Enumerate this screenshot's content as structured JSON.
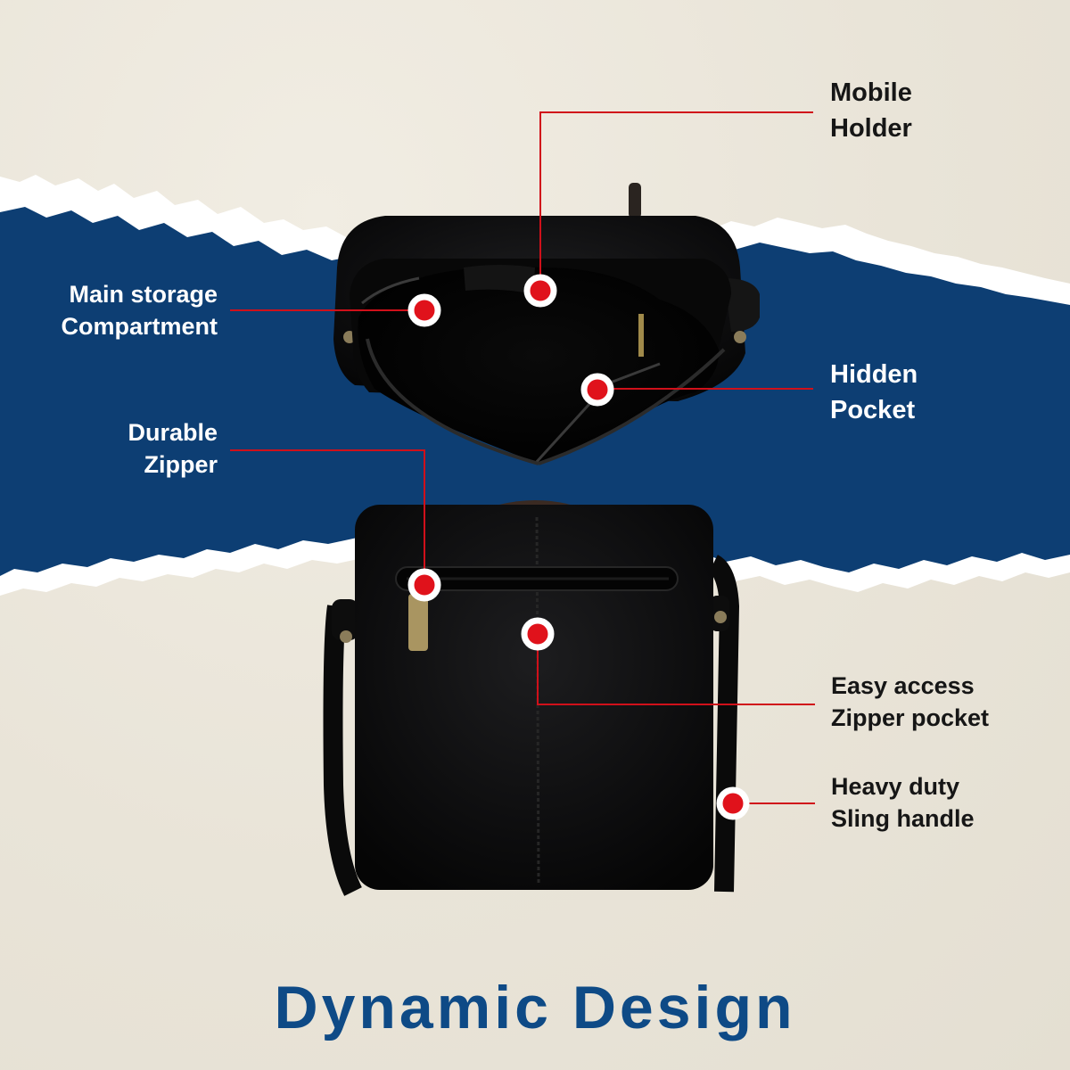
{
  "heading": "Dynamic Design",
  "callouts": {
    "mobile_holder": [
      "Mobile",
      "Holder"
    ],
    "main_storage": [
      "Main storage",
      "Compartment"
    ],
    "hidden_pocket": [
      "Hidden",
      "Pocket"
    ],
    "durable_zipper": [
      "Durable",
      "Zipper"
    ],
    "easy_access": [
      "Easy access",
      "Zipper pocket"
    ],
    "heavy_duty": [
      "Heavy duty",
      "Sling handle"
    ]
  },
  "colors": {
    "background": "#ece7db",
    "band": "#0d3e73",
    "accent_red": "#e0121b",
    "heading_blue": "#0e4a86",
    "bag_black": "#0c0c0d"
  },
  "icons": [
    "callout-marker-icon"
  ]
}
